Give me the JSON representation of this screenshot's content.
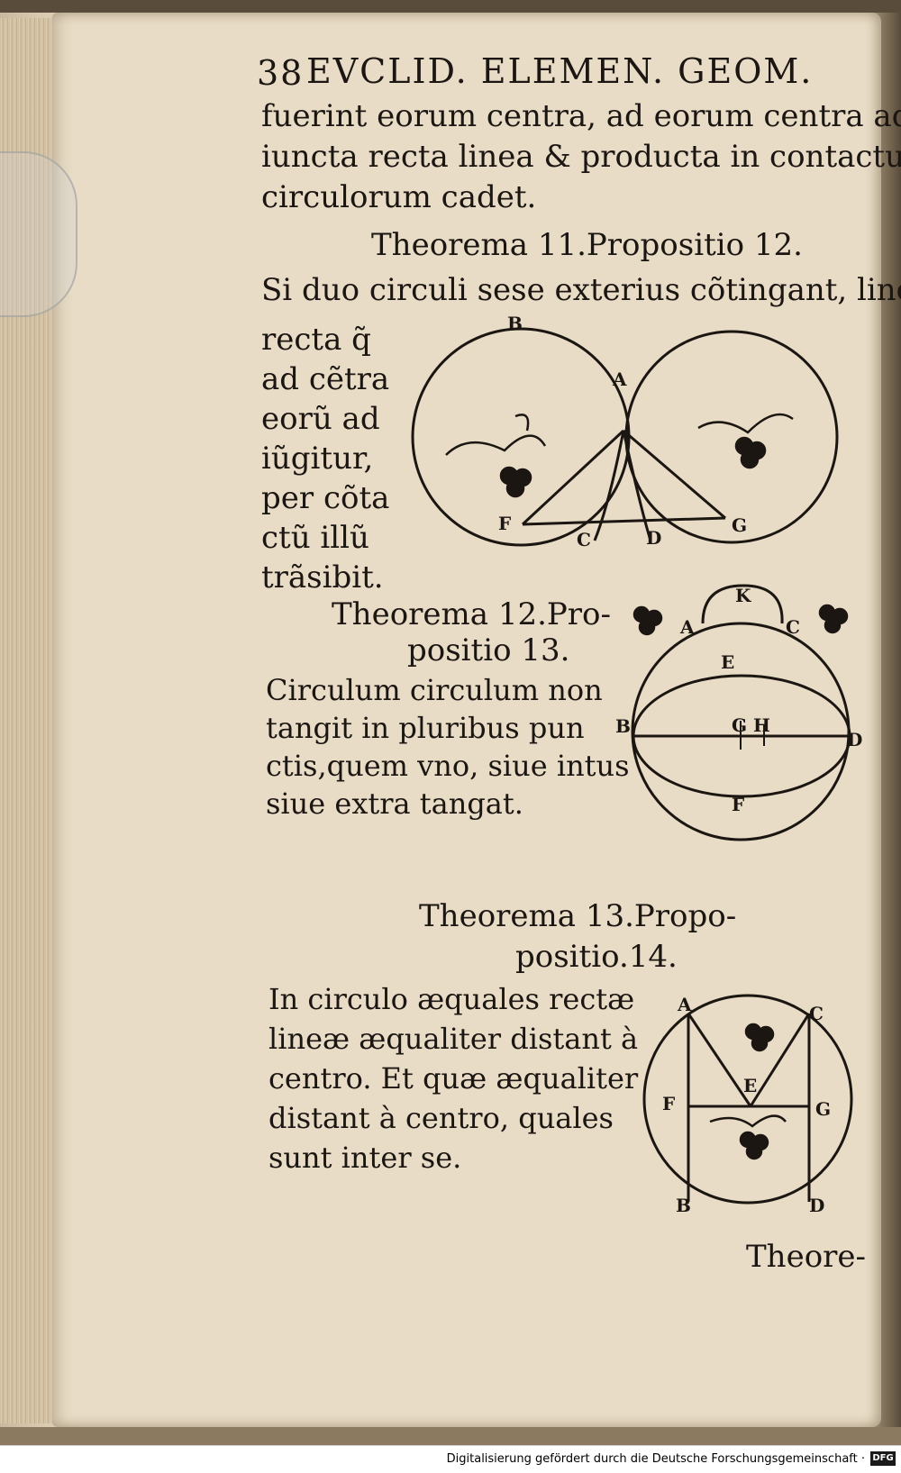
{
  "header": {
    "page_number": "38",
    "running_title": "EVCLID. ELEMEN. GEOM."
  },
  "intro_lines": [
    "fuerint eorum centra, ad eorum centra ad-",
    "iuncta recta linea & producta in contactum",
    "circulorum cadet."
  ],
  "theorem_11": {
    "title": "Theorema 11.Propositio 12.",
    "first_line": "Si duo circuli sese exterius cõtingant, linea",
    "side_lines": [
      "recta q̃",
      "ad cẽtra",
      "eorũ ad",
      "iũgitur,",
      "per cõta",
      "ctũ illũ",
      "trãsibit."
    ],
    "figure_labels": {
      "B": "B",
      "A": "A",
      "F": "F",
      "C": "C",
      "D": "D",
      "G": "G"
    }
  },
  "theorem_12": {
    "title_line1": "Theorema 12.Pro-",
    "title_line2": "positio 13.",
    "lines": [
      "Circulum circulum non",
      "tangit in pluribus pun",
      "ctis,quem vno, siue intus",
      "siue extra tangat."
    ],
    "figure_labels": {
      "K": "K",
      "A": "A",
      "C": "C",
      "E": "E",
      "B": "B",
      "GH": "G H",
      "D": "D",
      "F": "F"
    }
  },
  "theorem_13": {
    "title_line1": "Theorema 13.Propo-",
    "title_line2": "positio.14.",
    "lines": [
      "In circulo æquales rectæ",
      "lineæ æqualiter distant à",
      "centro. Et quæ æqualiter",
      "distant à centro, quales",
      "sunt inter se."
    ],
    "figure_labels": {
      "A": "A",
      "C": "C",
      "F": "F",
      "E": "E",
      "G": "G",
      "B": "B",
      "D": "D"
    }
  },
  "catchword": "Theore-",
  "footer": {
    "credit": "Digitalisierung gefördert durch die Deutsche Forschungsgemeinschaft ·",
    "logo": "DFG"
  }
}
